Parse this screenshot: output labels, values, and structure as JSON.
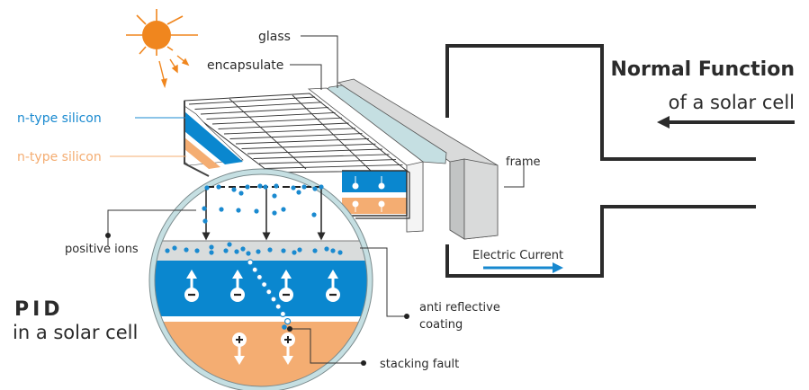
{
  "colors": {
    "sun": "#f0861e",
    "n_type_blue": "#0a87cf",
    "p_type_orange": "#f4ad72",
    "coating_gray": "#d9dcdc",
    "glass_teal": "#c5dfe2",
    "frame_gray": "#d9dada",
    "circuit": "#2b2b2b",
    "current_arrow": "#1788cf",
    "ion_dot": "#1a8ad0"
  },
  "labels": {
    "glass": "glass",
    "encapsulate": "encapsulate",
    "n_type_top": "n-type silicon",
    "n_type_bottom": "n-type silicon",
    "frame": "frame",
    "positive_ions": "positive ions",
    "anti_reflective_line1": "anti reflective",
    "anti_reflective_line2": "coating",
    "stacking_fault": "stacking fault",
    "electric_current": "Electric Current"
  },
  "titles": {
    "normal_title": "Normal Function",
    "normal_subtitle": "of a solar cell",
    "pid_title": "PID",
    "pid_subtitle": "in a solar cell"
  },
  "symbols": {
    "minus": "−",
    "plus": "+"
  }
}
